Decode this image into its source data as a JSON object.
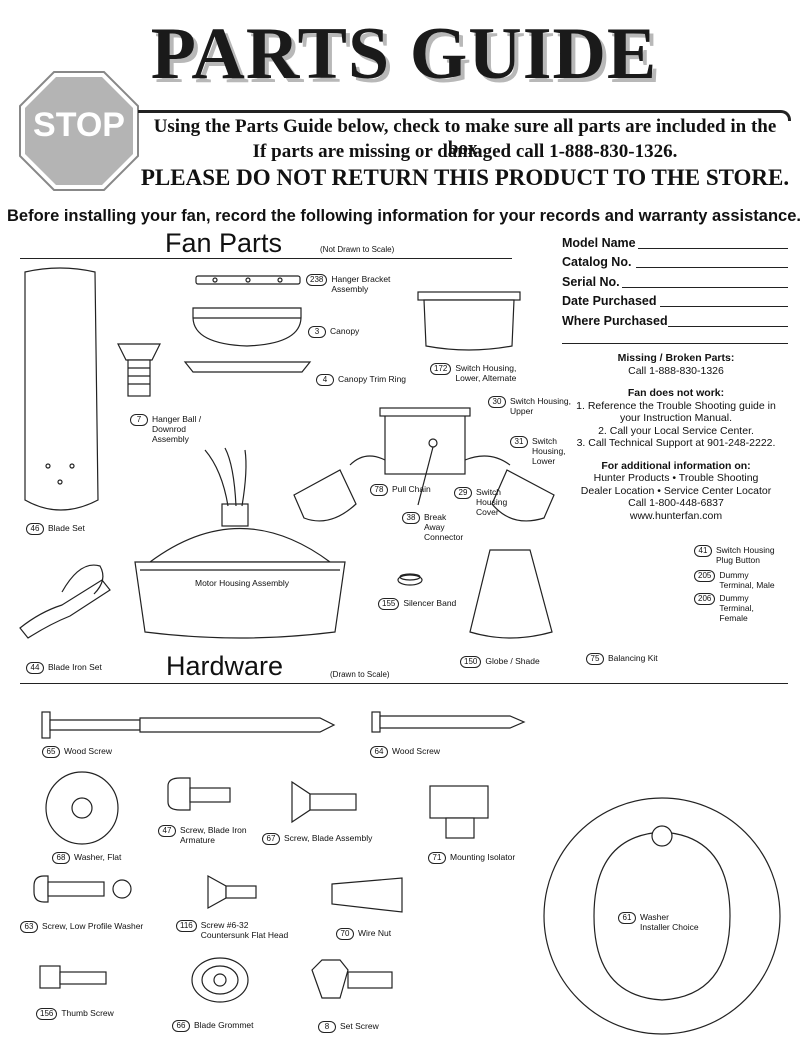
{
  "header": {
    "title": "PARTS GUIDE",
    "stop_sign": "STOP",
    "warning_line1": "Using the Parts Guide below, check to make sure all parts are included in the box.",
    "warning_line2": "If parts are missing or damaged call 1-888-830-1326.",
    "warning_line3": "PLEASE DO NOT RETURN THIS PRODUCT TO THE STORE.",
    "before_install": "Before installing your fan, record the following information for your records and warranty assistance."
  },
  "fan_parts": {
    "title": "Fan Parts",
    "note": "(Not Drawn to Scale)",
    "items": [
      {
        "num": "238",
        "label": "Hanger Bracket Assembly"
      },
      {
        "num": "3",
        "label": "Canopy"
      },
      {
        "num": "4",
        "label": "Canopy Trim Ring"
      },
      {
        "num": "7",
        "label": "Hanger Ball / Downrod Assembly"
      },
      {
        "num": "172",
        "label": "Switch Housing, Lower, Alternate"
      },
      {
        "num": "30",
        "label": "Switch Housing, Upper"
      },
      {
        "num": "31",
        "label": "Switch Housing, Lower"
      },
      {
        "num": "78",
        "label": "Pull Chain"
      },
      {
        "num": "29",
        "label": "Switch Housing Cover"
      },
      {
        "num": "38",
        "label": "Break Away Connector"
      },
      {
        "num": "46",
        "label": "Blade Set"
      },
      {
        "num": "155",
        "label": "Silencer Band"
      },
      {
        "num": "150",
        "label": "Globe / Shade"
      },
      {
        "num": "75",
        "label": "Balancing Kit"
      },
      {
        "num": "44",
        "label": "Blade Iron Set"
      },
      {
        "num": "41",
        "label": "Switch Housing Plug Button"
      },
      {
        "num": "205",
        "label": "Dummy Terminal, Male"
      },
      {
        "num": "206",
        "label": "Dummy Terminal, Female"
      }
    ],
    "motor_housing": "Motor Housing Assembly"
  },
  "records": {
    "fields": [
      "Model Name",
      "Catalog No.",
      "Serial No.",
      "Date Purchased",
      "Where Purchased"
    ]
  },
  "info": {
    "missing_title": "Missing / Broken Parts:",
    "missing_phone": "Call 1-888-830-1326",
    "notwork_title": "Fan does not work:",
    "notwork_1": "1. Reference the Trouble Shooting guide in",
    "notwork_1b": "your Instruction Manual.",
    "notwork_2": "2. Call your  Local Service Center.",
    "notwork_3": "3. Call Technical Support at 901-248-2222.",
    "additional_title": "For additional information on:",
    "additional_1": "Hunter Products  •  Trouble Shooting",
    "additional_2": "Dealer Location  •  Service Center Locator",
    "additional_3": "Call 1-800-448-6837",
    "additional_4": "www.hunterfan.com"
  },
  "hardware": {
    "title": "Hardware",
    "note": "(Drawn to Scale)",
    "items": [
      {
        "num": "65",
        "label": "Wood Screw"
      },
      {
        "num": "64",
        "label": "Wood Screw"
      },
      {
        "num": "47",
        "label": "Screw, Blade Iron Armature"
      },
      {
        "num": "67",
        "label": "Screw, Blade Assembly"
      },
      {
        "num": "68",
        "label": "Washer, Flat"
      },
      {
        "num": "71",
        "label": "Mounting Isolator"
      },
      {
        "num": "61",
        "label": "Washer Installer Choice"
      },
      {
        "num": "63",
        "label": "Screw, Low Profile Washer"
      },
      {
        "num": "116",
        "label": "Screw #6-32 Countersunk Flat Head"
      },
      {
        "num": "70",
        "label": "Wire Nut"
      },
      {
        "num": "156",
        "label": "Thumb Screw"
      },
      {
        "num": "66",
        "label": "Blade Grommet"
      },
      {
        "num": "8",
        "label": "Set Screw"
      }
    ]
  }
}
